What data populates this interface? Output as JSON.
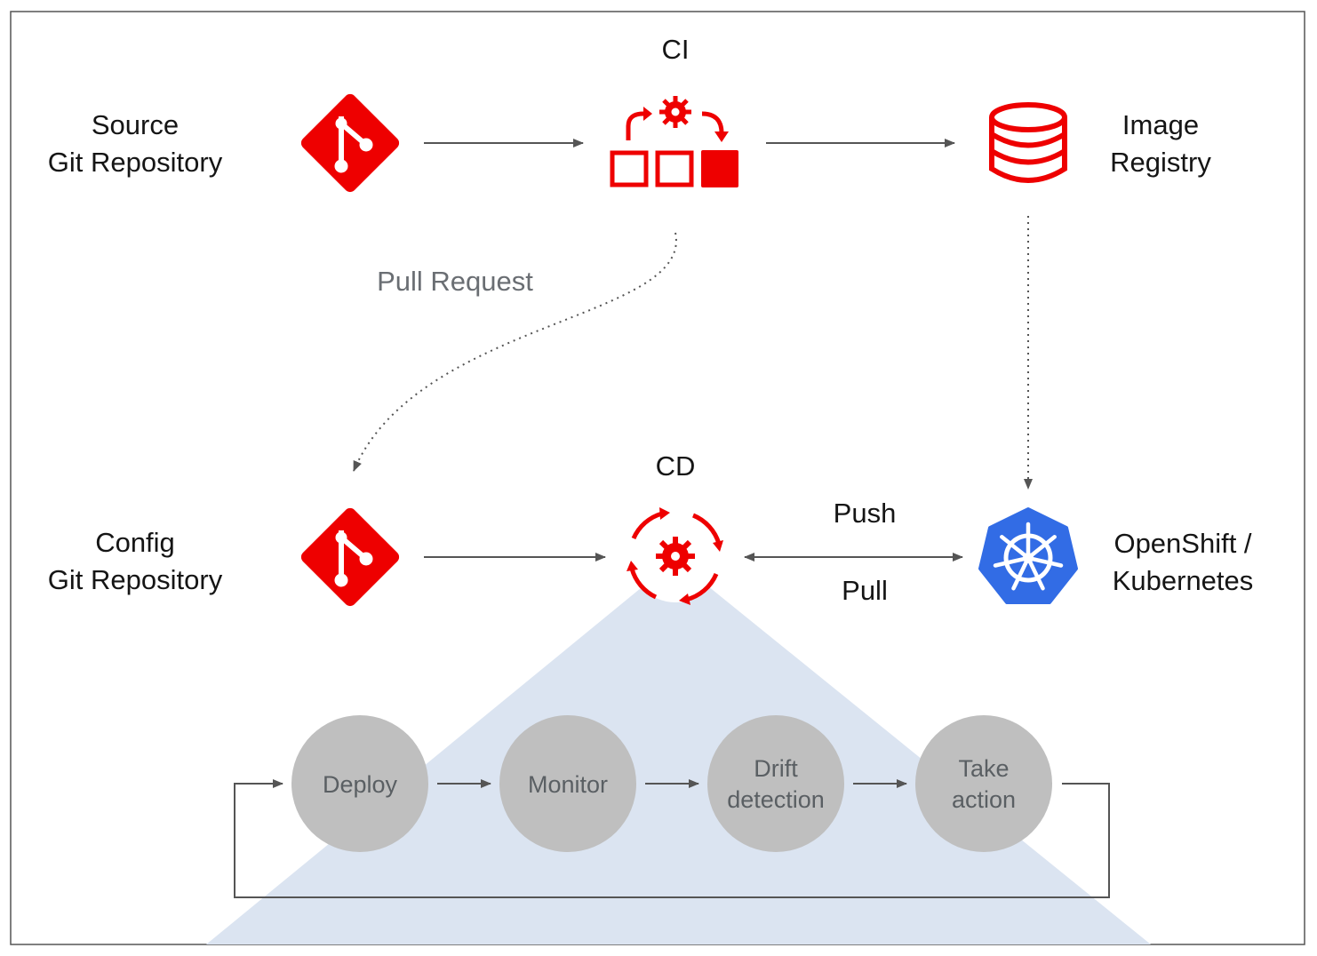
{
  "ci": {
    "title": "CI"
  },
  "cd": {
    "title": "CD"
  },
  "source_repo": {
    "line1": "Source",
    "line2": "Git Repository",
    "icon": "git-icon"
  },
  "config_repo": {
    "line1": "Config",
    "line2": "Git Repository",
    "icon": "git-icon"
  },
  "image_registry": {
    "line1": "Image",
    "line2": "Registry",
    "icon": "database-icon"
  },
  "cluster": {
    "line1": "OpenShift /",
    "line2": "Kubernetes",
    "icon": "kubernetes-helm-icon"
  },
  "edges": {
    "pull_request": "Pull Request",
    "push": "Push",
    "pull": "Pull"
  },
  "loop_steps": [
    {
      "line1": "Deploy",
      "line2": ""
    },
    {
      "line1": "Monitor",
      "line2": ""
    },
    {
      "line1": "Drift",
      "line2": "detection"
    },
    {
      "line1": "Take",
      "line2": "action"
    }
  ],
  "colors": {
    "accent_red": "#ee0000",
    "kubernetes_blue": "#326ce5",
    "step_circle": "#bfbfbf",
    "cone_fill": "#dbe4f1",
    "arrow": "#555555"
  }
}
